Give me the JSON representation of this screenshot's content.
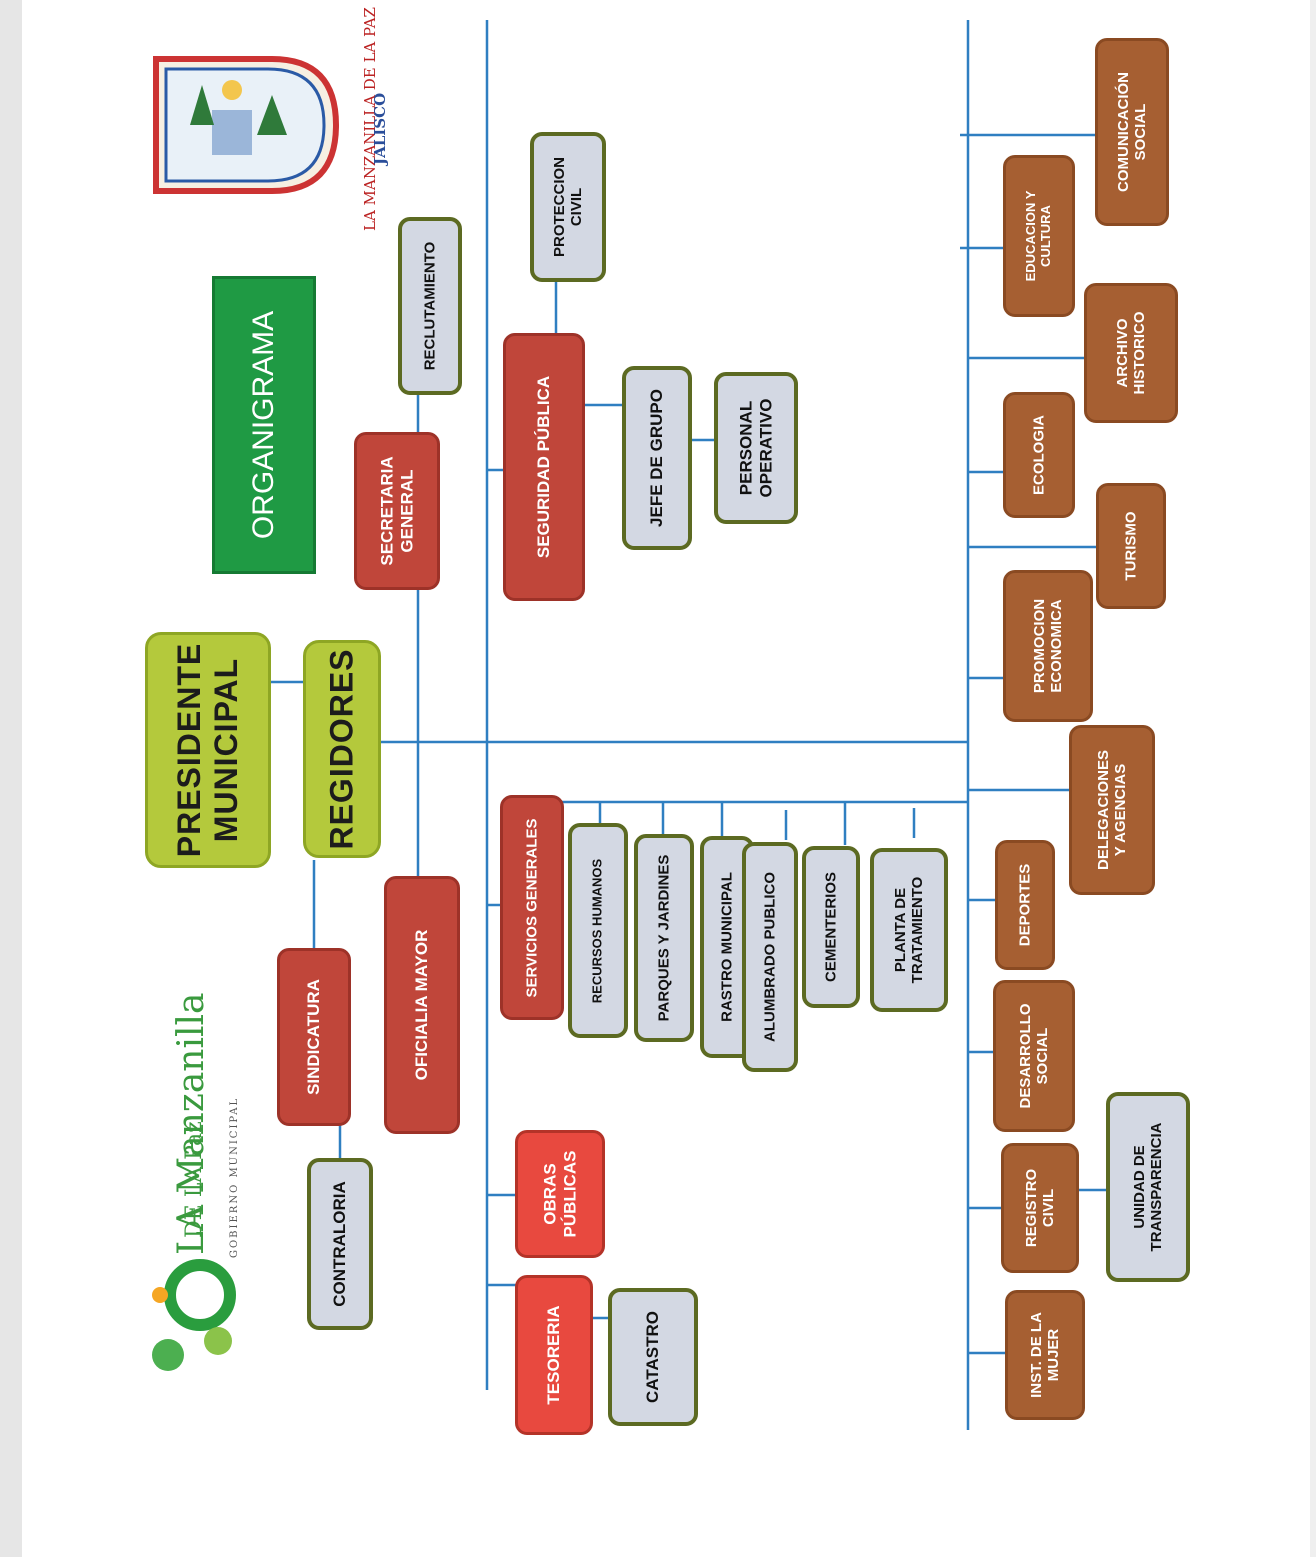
{
  "title": "ORGANIGRAMA",
  "logo": {
    "line1": "LA Manzanilla",
    "line2": "DE LA Paz",
    "line3": "GOBIERNO MUNICIPAL"
  },
  "seal": {
    "caption1": "LA MANZANILLA DE LA PAZ",
    "caption2": "JALISCO"
  },
  "nodes": {
    "presidente": "PRESIDENTE\nMUNICIPAL",
    "regidores": "REGIDORES",
    "sindicatura": "SINDICATURA",
    "contraloria": "CONTRALORIA",
    "oficialia": "OFICIALIA MAYOR",
    "secretaria": "SECRETARIA\nGENERAL",
    "reclutamiento": "RECLUTAMIENTO",
    "seguridad": "SEGURIDAD PÚBLICA",
    "proteccion": "PROTECCION\nCIVIL",
    "jefe": "JEFE DE GRUPO",
    "personal": "PERSONAL\nOPERATIVO",
    "servicios": "SERVICIOS GENERALES",
    "recursos": "RECURSOS HUMANOS",
    "parques": "PARQUES Y JARDINES",
    "rastro": "RASTRO MUNICIPAL",
    "alumbrado": "ALUMBRADO PUBLICO",
    "cementerios": "CEMENTERIOS",
    "planta": "PLANTA DE\nTRATAMIENTO",
    "obras": "OBRAS\nPÚBLICAS",
    "tesoreria": "TESORERIA",
    "catastro": "CATASTRO",
    "comunicacion": "COMUNICACIÓN\nSOCIAL",
    "educacion": "EDUCACION Y\nCULTURA",
    "archivo": "ARCHIVO\nHISTORICO",
    "ecologia": "ECOLOGIA",
    "turismo": "TURISMO",
    "promocion": "PROMOCION\nECONOMICA",
    "delegaciones": "DELEGACIONES\nY AGENCIAS",
    "deportes": "DEPORTES",
    "desarrollo": "DESARROLLO\nSOCIAL",
    "registro": "REGISTRO\nCIVIL",
    "transparencia": "UNIDAD DE\nTRANSPARENCIA",
    "mujer": "INST. DE LA\nMUJER"
  },
  "colors": {
    "brown": "#a65f32",
    "dark_red": "#c0463a",
    "red": "#e8493f",
    "grey": "#d3d8e3",
    "olive_green": "#b4c93c",
    "title_green": "#1f9a44",
    "connector_blue": "#2f7fc1"
  }
}
